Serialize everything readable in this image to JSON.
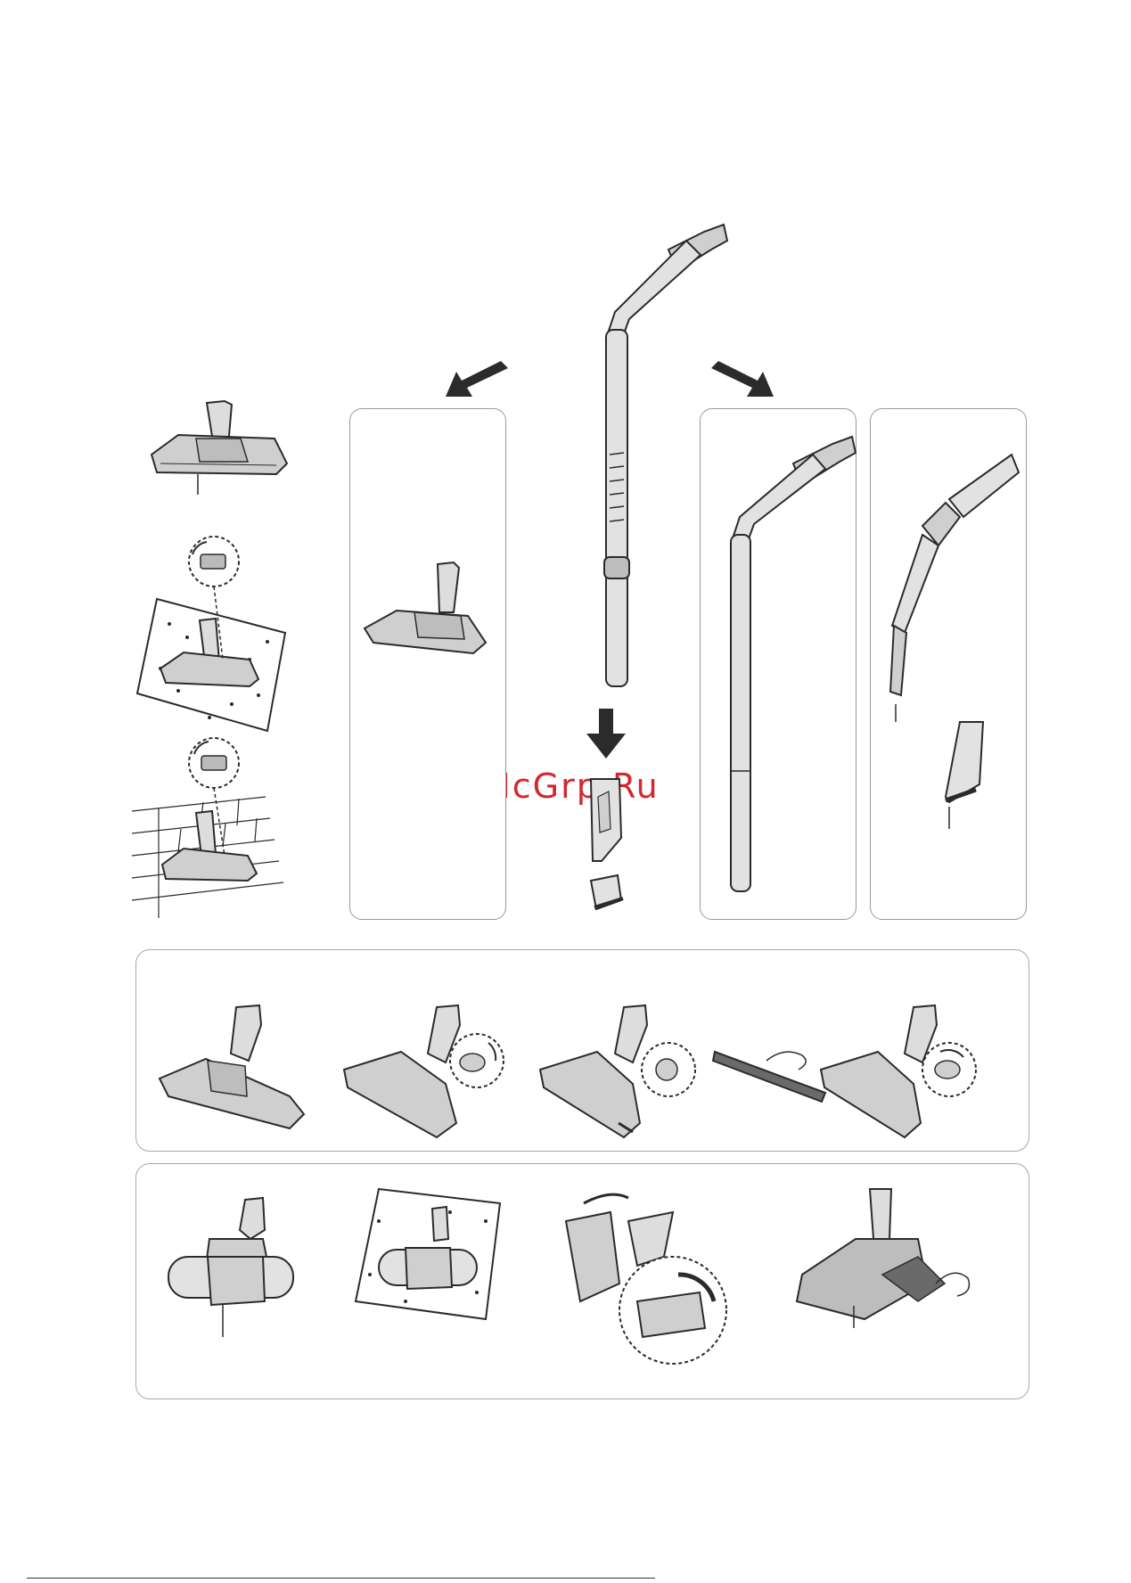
{
  "watermark": {
    "text": "McGrp.Ru",
    "color": "#d3282f"
  },
  "illustrations": {
    "floor_nozzle": "floor-nozzle-illustration",
    "carpet_mode": "carpet-mode-illustration",
    "hard_floor_mode": "hard-floor-mode-illustration",
    "telescopic_pipe": "telescopic-pipe-illustration",
    "crevice_tool": "crevice-tool-illustration",
    "dusting_brush": "dusting-brush-illustration",
    "turbo_brush": "turbo-brush-illustration",
    "mini_turbo": "mini-turbo-brush-illustration"
  },
  "colors": {
    "line": "#2b2b2b",
    "fill": "#cfcfcf",
    "panel_border": "#9a9a9a"
  }
}
